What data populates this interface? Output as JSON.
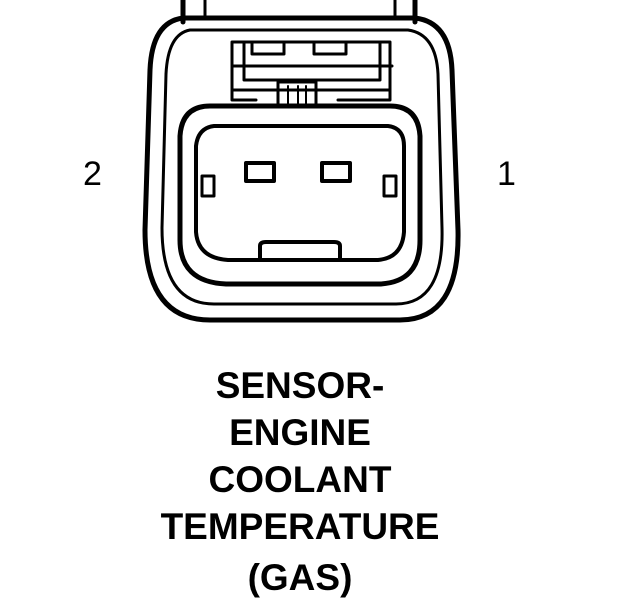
{
  "connector": {
    "pins": [
      {
        "number": "2",
        "side": "left"
      },
      {
        "number": "1",
        "side": "right"
      }
    ]
  },
  "caption": {
    "lines": [
      "SENSOR-",
      "ENGINE",
      "COOLANT",
      "TEMPERATURE",
      "(GAS)"
    ]
  },
  "colors": {
    "stroke": "#000000",
    "background": "#ffffff"
  }
}
